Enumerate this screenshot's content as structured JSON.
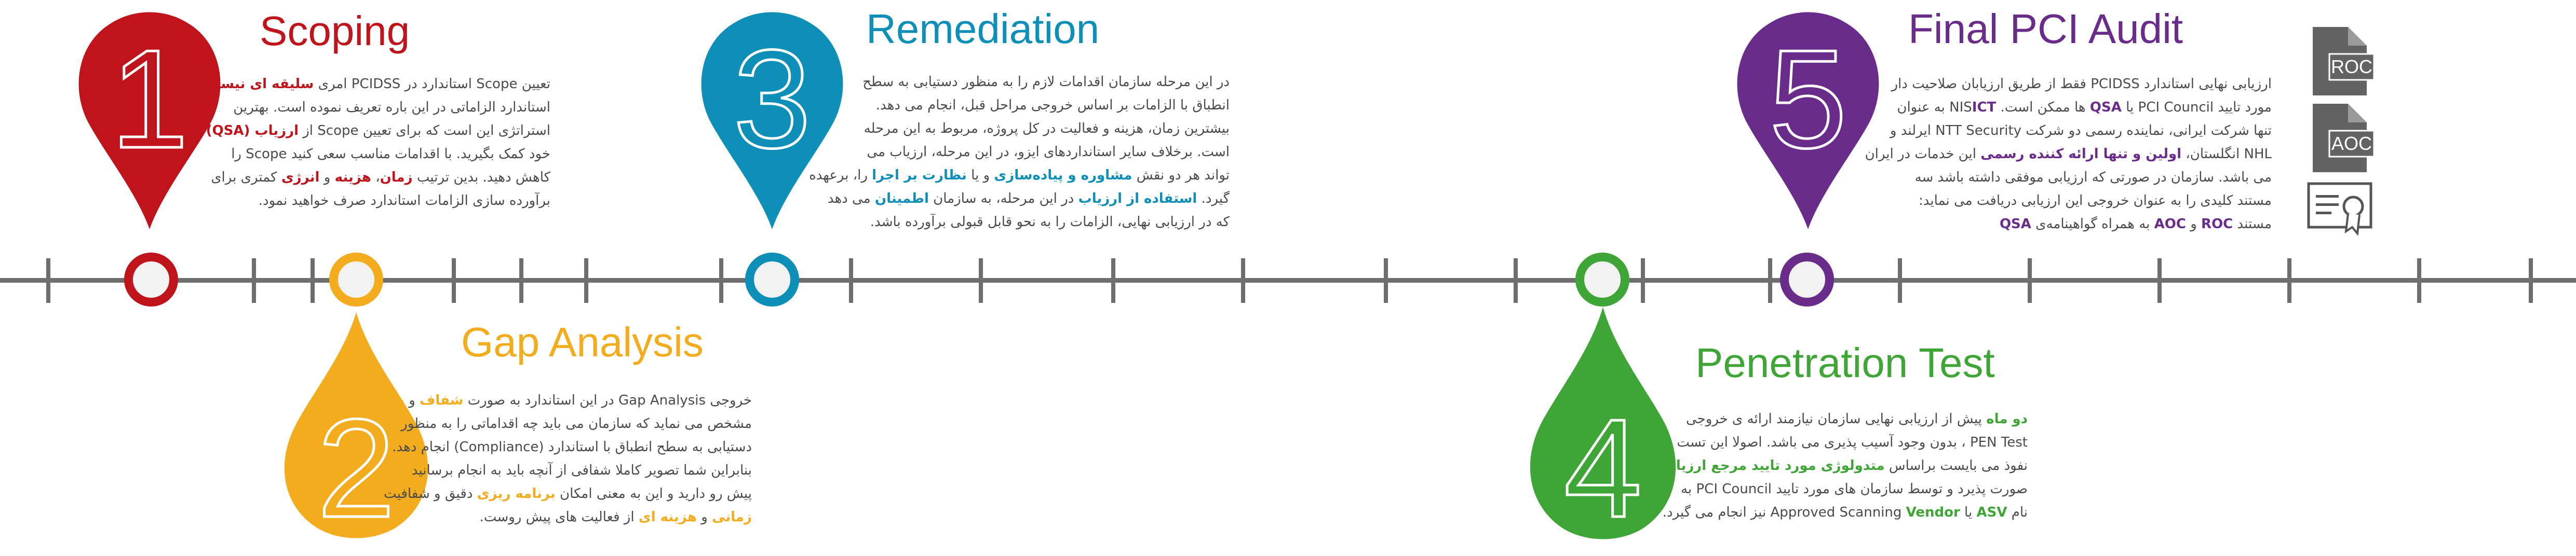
{
  "colors": {
    "red": "#c0141c",
    "yellow": "#f2ac1d",
    "blue": "#0e8fb8",
    "green": "#3ea536",
    "purple": "#6a2c8a",
    "gray": "#6e6e6e"
  },
  "steps": [
    {
      "number": "1",
      "title": "Scoping",
      "color": "#c0141c",
      "lines": [
        [
          {
            "t": "تعیین "
          },
          {
            "t": "Scope"
          },
          {
            "t": " استاندارد در "
          },
          {
            "t": "PCIDSS"
          },
          {
            "t": " امری "
          },
          {
            "t": "سلیقه ای نیست.",
            "h": true
          }
        ],
        [
          {
            "t": "استاندارد الزاماتی در این باره تعریف نموده است. بهترین"
          }
        ],
        [
          {
            "t": "استراتژی این است که برای تعیین "
          },
          {
            "t": "Scope"
          },
          {
            "t": " از "
          },
          {
            "t": "ارزیاب (QSA)",
            "h": true
          }
        ],
        [
          {
            "t": "خود کمک بگیرید. با اقدامات مناسب سعی کنید "
          },
          {
            "t": "Scope"
          },
          {
            "t": " را"
          }
        ],
        [
          {
            "t": "کاهش دهید. بدین ترتیب "
          },
          {
            "t": "زمان",
            "h": true
          },
          {
            "t": "، "
          },
          {
            "t": "هزینه",
            "h": true
          },
          {
            "t": " و "
          },
          {
            "t": "انرژی",
            "h": true
          },
          {
            "t": " کمتری برای"
          }
        ],
        [
          {
            "t": "برآورده سازی الزامات استاندارد صرف خواهید  نمود."
          }
        ]
      ]
    },
    {
      "number": "2",
      "title": "Gap Analysis",
      "color": "#f2ac1d",
      "lines": [
        [
          {
            "t": "خروجی "
          },
          {
            "t": "Gap Analysis"
          },
          {
            "t": " در این استاندارد به صورت "
          },
          {
            "t": "شفاف",
            "h": true
          },
          {
            "t": " و "
          },
          {
            "t": "صریح",
            "h": true
          }
        ],
        [
          {
            "t": "مشخص می نماید که سازمان می باید چه اقداماتی را به منظور"
          }
        ],
        [
          {
            "t": "دستیابی به سطح انطباق با استاندارد ("
          },
          {
            "t": "Compliance"
          },
          {
            "t": ") انجام دهد."
          }
        ],
        [
          {
            "t": "بنابراین شما تصویر کاملا شفافی از آنچه باید به انجام برسانید"
          }
        ],
        [
          {
            "t": "پیش رو دارید و این به معنی امکان "
          },
          {
            "t": "برنامه ریزی",
            "h": true
          },
          {
            "t": " دقیق و شفافیت"
          }
        ],
        [
          {
            "t": "زمانی",
            "h": true
          },
          {
            "t": " و "
          },
          {
            "t": "هزینه ای",
            "h": true
          },
          {
            "t": " از فعالیت های پیش روست."
          }
        ]
      ]
    },
    {
      "number": "3",
      "title": "Remediation",
      "color": "#0e8fb8",
      "lines": [
        [
          {
            "t": "در این مرحله سازمان اقدامات لازم را به منظور دستیابی به سطح"
          }
        ],
        [
          {
            "t": "انطباق با الزامات بر اساس خروجی مراحل قبل، انجام می دهد."
          }
        ],
        [
          {
            "t": "بیشترین زمان، هزینه و فعالیت در کل پروژه، مربوط به این مرحله"
          }
        ],
        [
          {
            "t": "است. برخلاف سایر استانداردهای ایزو، در این مرحله، ارزیاب می"
          }
        ],
        [
          {
            "t": "تواند هر دو نقش "
          },
          {
            "t": "مشاوره و پیاده‌سازی",
            "h": true
          },
          {
            "t": " و یا "
          },
          {
            "t": "نظارت بر اجرا",
            "h": true
          },
          {
            "t": " را، برعهده"
          }
        ],
        [
          {
            "t": "گیرد. "
          },
          {
            "t": "استفاده از ارزیاب",
            "h": true
          },
          {
            "t": " در این مرحله، به سازمان "
          },
          {
            "t": "اطمینان",
            "h": true
          },
          {
            "t": " می دهد"
          }
        ],
        [
          {
            "t": "که در ارزیابی نهایی، الزامات را به نحو قابل قبولی برآورده باشد."
          }
        ]
      ]
    },
    {
      "number": "4",
      "title": "Penetration Test",
      "color": "#3ea536",
      "lines": [
        [
          {
            "t": "دو ماه",
            "h": true
          },
          {
            "t": " پیش از ارزیابی نهایی سازمان نیازمند ارائه ی خروجی"
          }
        ],
        [
          {
            "t": "PEN Test"
          },
          {
            "t": " ، بدون وجود آسیب پذیری می باشد. اصولا این تست"
          }
        ],
        [
          {
            "t": "نفوذ می بایست براساس "
          },
          {
            "t": "متدولوژی مورد تایید مرجع ارزیابی",
            "h": true
          }
        ],
        [
          {
            "t": "صورت پذیرد و توسط سازمان های مورد تایید "
          },
          {
            "t": "PCI Council"
          },
          {
            "t": " به"
          }
        ],
        [
          {
            "t": "نام "
          },
          {
            "t": "ASV",
            "h": true
          },
          {
            "t": "  یا "
          },
          {
            "t": "Approved Scanning "
          },
          {
            "t": "Vendor",
            "h": true
          },
          {
            "t": " نیز انجام می گیرد."
          }
        ]
      ]
    },
    {
      "number": "5",
      "title": "Final PCI Audit",
      "color": "#6a2c8a",
      "lines": [
        [
          {
            "t": "ارزیابی نهایی استاندارد "
          },
          {
            "t": "PCIDSS"
          },
          {
            "t": " فقط از طریق ارزیابان صلاحیت دار"
          }
        ],
        [
          {
            "t": "مورد تایید "
          },
          {
            "t": "PCI Council"
          },
          {
            "t": " یا "
          },
          {
            "t": "QSA",
            "h": true
          },
          {
            "t": " ها ممکن است. "
          },
          {
            "t": "NIS"
          },
          {
            "t": "ICT",
            "h": true
          },
          {
            "t": " به  عنوان"
          }
        ],
        [
          {
            "t": "تنها شرکت ایرانی، نماینده رسمی دو شرکت "
          },
          {
            "t": "NTT Security"
          },
          {
            "t": " ایرلند و"
          }
        ],
        [
          {
            "t": "NHL"
          },
          {
            "t": " انگلستان، "
          },
          {
            "t": "اولین و تنها ارائه کننده رسمی",
            "h": true
          },
          {
            "t": " این خدمات در ایران"
          }
        ],
        [
          {
            "t": "می باشد. سازمان در صورتی که ارزیابی موفقی داشته باشد سه"
          }
        ],
        [
          {
            "t": "مستند کلیدی را به عنوان خروجی این ارزیابی دریافت می نماید:"
          }
        ],
        [
          {
            "t": "مستند "
          },
          {
            "t": "ROC",
            "h": true
          },
          {
            "t": " و "
          },
          {
            "t": "AOC",
            "h": true
          },
          {
            "t": " به همراه گواهینامه‌ی "
          },
          {
            "t": "QSA",
            "h": true
          }
        ]
      ]
    }
  ],
  "documents": [
    {
      "label": "ROC",
      "icon": "document-icon"
    },
    {
      "label": "AOC",
      "icon": "document-icon"
    },
    {
      "label": "",
      "icon": "certificate-icon"
    }
  ]
}
